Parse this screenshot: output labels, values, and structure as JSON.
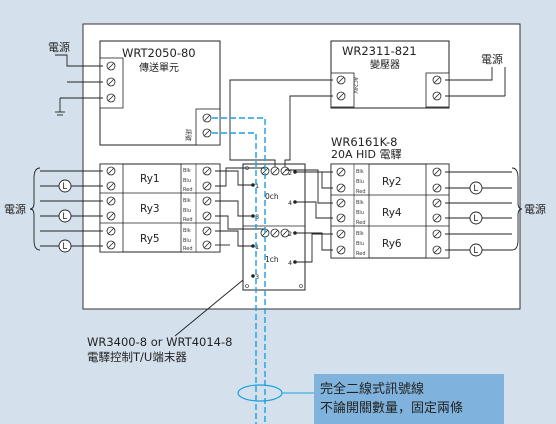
{
  "labels": {
    "power_left_top": "電源",
    "power_right_top": "電源",
    "power_left_mid": "電源",
    "power_right_mid": "電源",
    "transmitter_model": "WRT2050-80",
    "transmitter_name": "傳送單元",
    "signal_label": "訊號",
    "transformer_model": "WR2311-821",
    "transformer_name": "變壓器",
    "transformer_ac_label": "AC24V",
    "relay_unit_model": "WR6161K-8",
    "relay_unit_name": "20A HID 電驛",
    "terminal_model": "WR3400-8 or WRT4014-8",
    "terminal_name": "電驛控制T/U端末器",
    "channel_0": "0ch",
    "channel_1": "1ch",
    "callout_line1": "完全二線式訊號線",
    "callout_line2": "不論開關數量，固定兩條",
    "wire_colors": [
      "Blk",
      "Blu",
      "Red"
    ]
  },
  "relays_left": [
    {
      "name": "Ry1"
    },
    {
      "name": "Ry3"
    },
    {
      "name": "Ry5"
    }
  ],
  "relays_right": [
    {
      "name": "Ry2"
    },
    {
      "name": "Ry4"
    },
    {
      "name": "Ry6"
    }
  ],
  "terminal_pins": {
    "upper_left": [
      "1",
      "3"
    ],
    "upper_right": [
      "2",
      "4"
    ],
    "lower_left": [
      "1",
      "3"
    ],
    "lower_right": [
      "2",
      "4"
    ]
  },
  "colors": {
    "background": "#d4e1ec",
    "panel": "#ffffff",
    "line": "#222222",
    "signal": "#1aa0e0",
    "callout_fill": "#7fb2dc"
  }
}
